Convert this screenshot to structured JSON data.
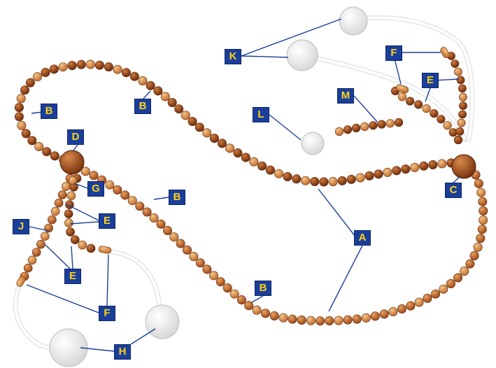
{
  "labels": {
    "A": "A",
    "B": "B",
    "C": "C",
    "D": "D",
    "E": "E",
    "F": "F",
    "G": "G",
    "H": "H",
    "J": "J",
    "K": "K",
    "L": "L",
    "M": "M"
  },
  "colors": {
    "label_fill": "#1a3f9a",
    "label_text": "#ffd21a",
    "leader_line": "#1a3f9a",
    "bead_dark": "#8a3d14",
    "bead_mid": "#b5602a",
    "bead_light": "#d8924c",
    "tassel": "#f2f2f2"
  }
}
